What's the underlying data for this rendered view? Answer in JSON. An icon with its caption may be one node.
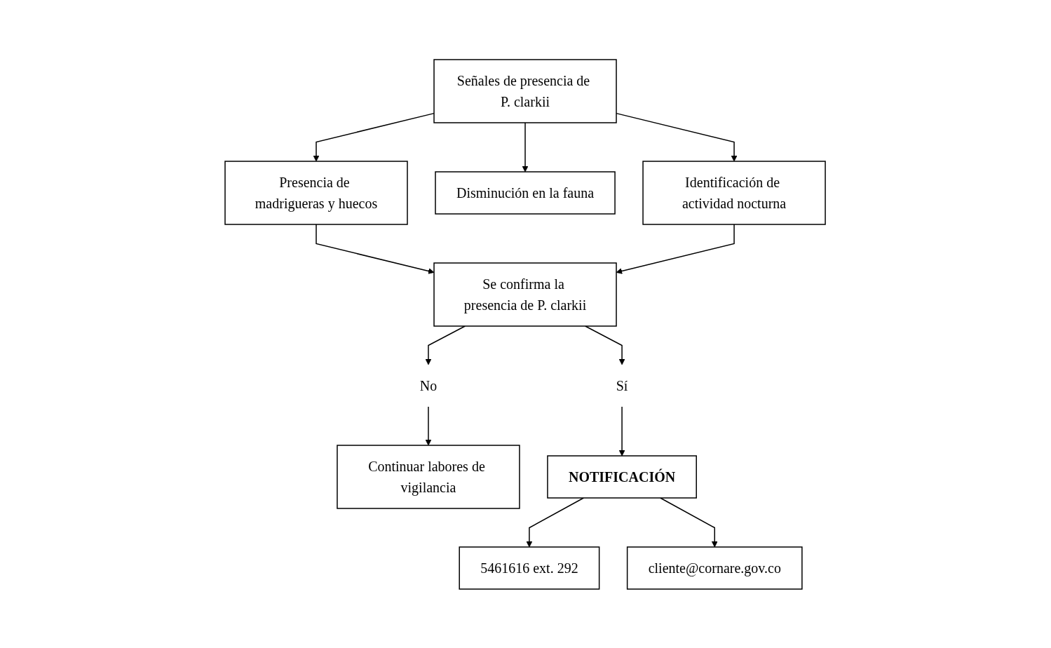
{
  "diagram": {
    "nodes": [
      {
        "text": [
          "Señales de presencia de P. clarkii"
        ]
      },
      {
        "text": [
          "Presencia de madrigueras y huecos"
        ]
      },
      {
        "text": [
          "Disminución en la fauna"
        ]
      },
      {
        "text": [
          "Identificación de actividad nocturna"
        ]
      },
      {
        "text": [
          "Se confirma la presencia de P. clarkii"
        ]
      },
      {
        "text": [
          "Sí"
        ]
      },
      {
        "text": [
          "No"
        ]
      },
      {
        "text": [
          "Continuar labores de vigilancia"
        ]
      },
      {
        "text": [
          "NOTIFICACIÓN"
        ]
      },
      {
        "text": [
          "5461616 ext. 292"
        ]
      },
      {
        "text": [
          "cliente@cornare.gov.co"
        ]
      }
    ],
    "edges": [
      {
        "from": 0,
        "to": 1,
        "arrow": "to"
      },
      {
        "from": 0,
        "to": 2,
        "arrow": "to"
      },
      {
        "from": 0,
        "to": 3,
        "arrow": "to"
      },
      {
        "from": 1,
        "to": 4,
        "arrow": "to"
      },
      {
        "from": 3,
        "to": 4,
        "arrow": "to"
      },
      {
        "from": 4,
        "to": 5,
        "arrow": "to"
      },
      {
        "from": 4,
        "to": 6,
        "arrow": "to"
      },
      {
        "from": 6,
        "to": 7,
        "arrow": "to"
      },
      {
        "from": 5,
        "to": 8,
        "arrow": "to"
      },
      {
        "from": 8,
        "to": 9,
        "arrow": "to"
      },
      {
        "from": 8,
        "to": 10,
        "arrow": "to"
      }
    ]
  }
}
